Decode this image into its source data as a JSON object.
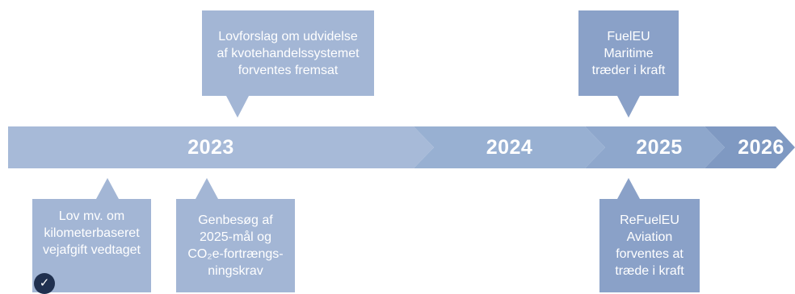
{
  "colors": {
    "segment_2023": "#a7bad8",
    "segment_2024": "#98b0d2",
    "segment_2025": "#8ea7cc",
    "segment_2026": "#7f99c2",
    "callout_light": "#a3b6d5",
    "callout_dark": "#8aa1c8",
    "check_badge": "#20304f"
  },
  "timeline": {
    "years": [
      "2023",
      "2024",
      "2025",
      "2026"
    ]
  },
  "callouts": {
    "lovforslag": "Lovforslag om udvidelse\naf kvotehandelssystemet\nforventes fremsat",
    "fueleu": "FuelEU\nMaritime\ntræder i kraft",
    "kilometer": "Lov mv. om\nkilometerbaseret\nvejafgift vedtaget",
    "genbesoeg": "Genbesøg af\n2025-mål og\nCO₂e-fortrængs-\nningskrav",
    "refueleu": "ReFuelEU\nAviation\nforventes at\ntræde i kraft"
  },
  "icons": {
    "check": "checkmark-icon"
  }
}
